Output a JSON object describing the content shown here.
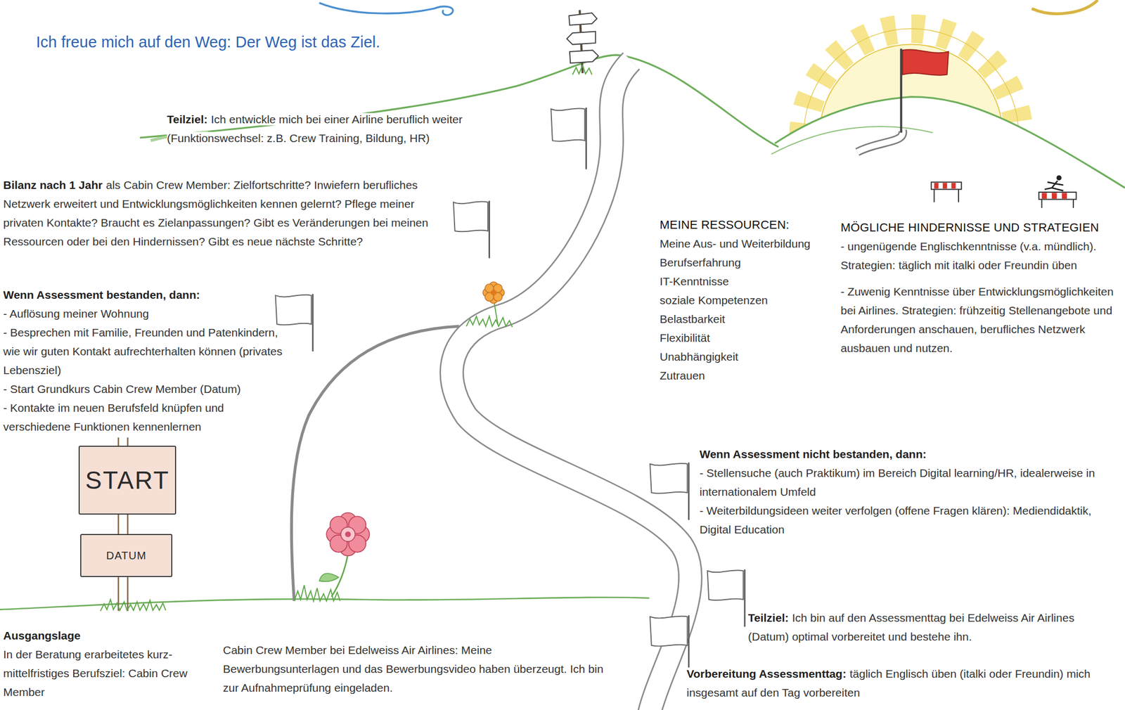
{
  "diagram": {
    "title": "Ich freue mich auf den Weg: Der Weg ist das Ziel.",
    "nodes": [
      {
        "text": [
          "START"
        ]
      },
      {
        "text": [
          "DATUM"
        ]
      }
    ],
    "labels": [
      "Teilziel:",
      "Ich entwickle mich bei einer Airline beruflich weiter (Funktionswechsel: z.B. Crew Training, Bildung, HR)",
      "Bilanz nach 1 Jahr",
      "als Cabin Crew Member: Zielfortschritte? Inwiefern berufliches Netzwerk erweitert und Entwicklungsmöglichkeiten kennen gelernt? Pflege meiner privaten Kontakte? Braucht es Zielanpassungen? Gibt es Veränderungen bei meinen Ressourcen oder bei den Hindernissen? Gibt es neue nächste Schritte?",
      "Wenn Assessment bestanden, dann:",
      "- Auflösung meiner Wohnung",
      "- Besprechen mit Familie, Freunden und Patenkindern, wie wir guten Kontakt aufrechterhalten können (privates Lebensziel)",
      "- Start Grundkurs Cabin Crew Member (Datum)",
      "- Kontakte im neuen Berufsfeld knüpfen und verschiedene Funktionen kennenlernen",
      "MEINE RESSOURCEN:",
      "Meine Aus- und Weiterbildung",
      "Berufserfahrung",
      "IT-Kenntnisse",
      "soziale Kompetenzen",
      "Belastbarkeit",
      "Flexibilität",
      "Unabhängigkeit",
      "Zutrauen",
      "MÖGLICHE HINDERNISSE UND STRATEGIEN",
      "- ungenügende Englischkenntnisse (v.a. mündlich). Strategien: täglich mit italki oder Freundin üben",
      "- Zuwenig Kenntnisse über Entwicklungsmöglichkeiten bei Airlines. Strategien: frühzeitig Stellenangebote und Anforderungen anschauen, berufliches Netzwerk ausbauen und nutzen.",
      "Wenn Assessment nicht bestanden, dann:",
      "- Stellensuche (auch Praktikum) im Bereich Digital learning/HR, idealerweise in internationalem Umfeld",
      "- Weiterbildungsideen weiter verfolgen (offene Fragen klären): Mediendidaktik, Digital Education",
      "Teilziel:",
      "Ich bin auf den Assessmenttag bei Edelweiss Air Airlines (Datum) optimal vorbereitet und bestehe ihn.",
      "Vorbereitung Assessmenttag:",
      "täglich Englisch üben (italki oder Freundin) mich insgesamt auf den Tag vorbereiten",
      "Ausgangslage",
      "In der Beratung erarbeitetes kurz- mittelfristiges Berufsziel: Cabin Crew Member",
      "Cabin Crew Member bei Edelweiss Air Airlines: Meine Bewerbungsunterlagen und das Bewerbungsvideo haben überzeugt. Ich bin zur Aufnahmeprüfung eingeladen."
    ]
  }
}
